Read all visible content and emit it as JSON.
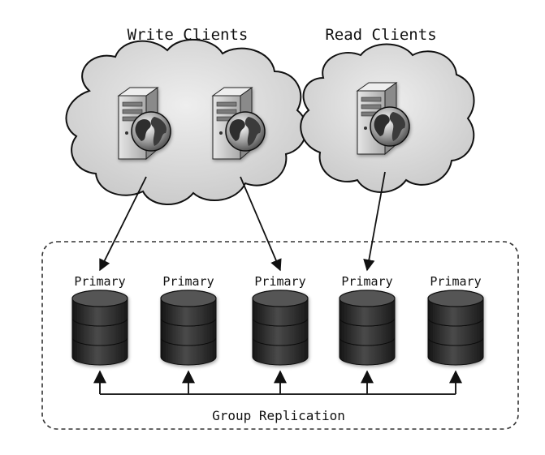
{
  "groups": {
    "write_clients": "Write Clients",
    "read_clients": "Read Clients"
  },
  "nodes": [
    {
      "label": "Primary"
    },
    {
      "label": "Primary"
    },
    {
      "label": "Primary"
    },
    {
      "label": "Primary"
    },
    {
      "label": "Primary"
    }
  ],
  "replication": {
    "label": "Group Replication"
  },
  "colors": {
    "cloud_fill": "#d8d8d8",
    "cloud_stroke": "#111111",
    "db_dark": "#2a2a2a",
    "server_body": "#c9c9c9",
    "globe_blue": "#7a7a7a"
  },
  "connections": [
    {
      "from": "write-client-1",
      "to": "node-1"
    },
    {
      "from": "write-client-2",
      "to": "node-3"
    },
    {
      "from": "read-client-1",
      "to": "node-4"
    }
  ]
}
